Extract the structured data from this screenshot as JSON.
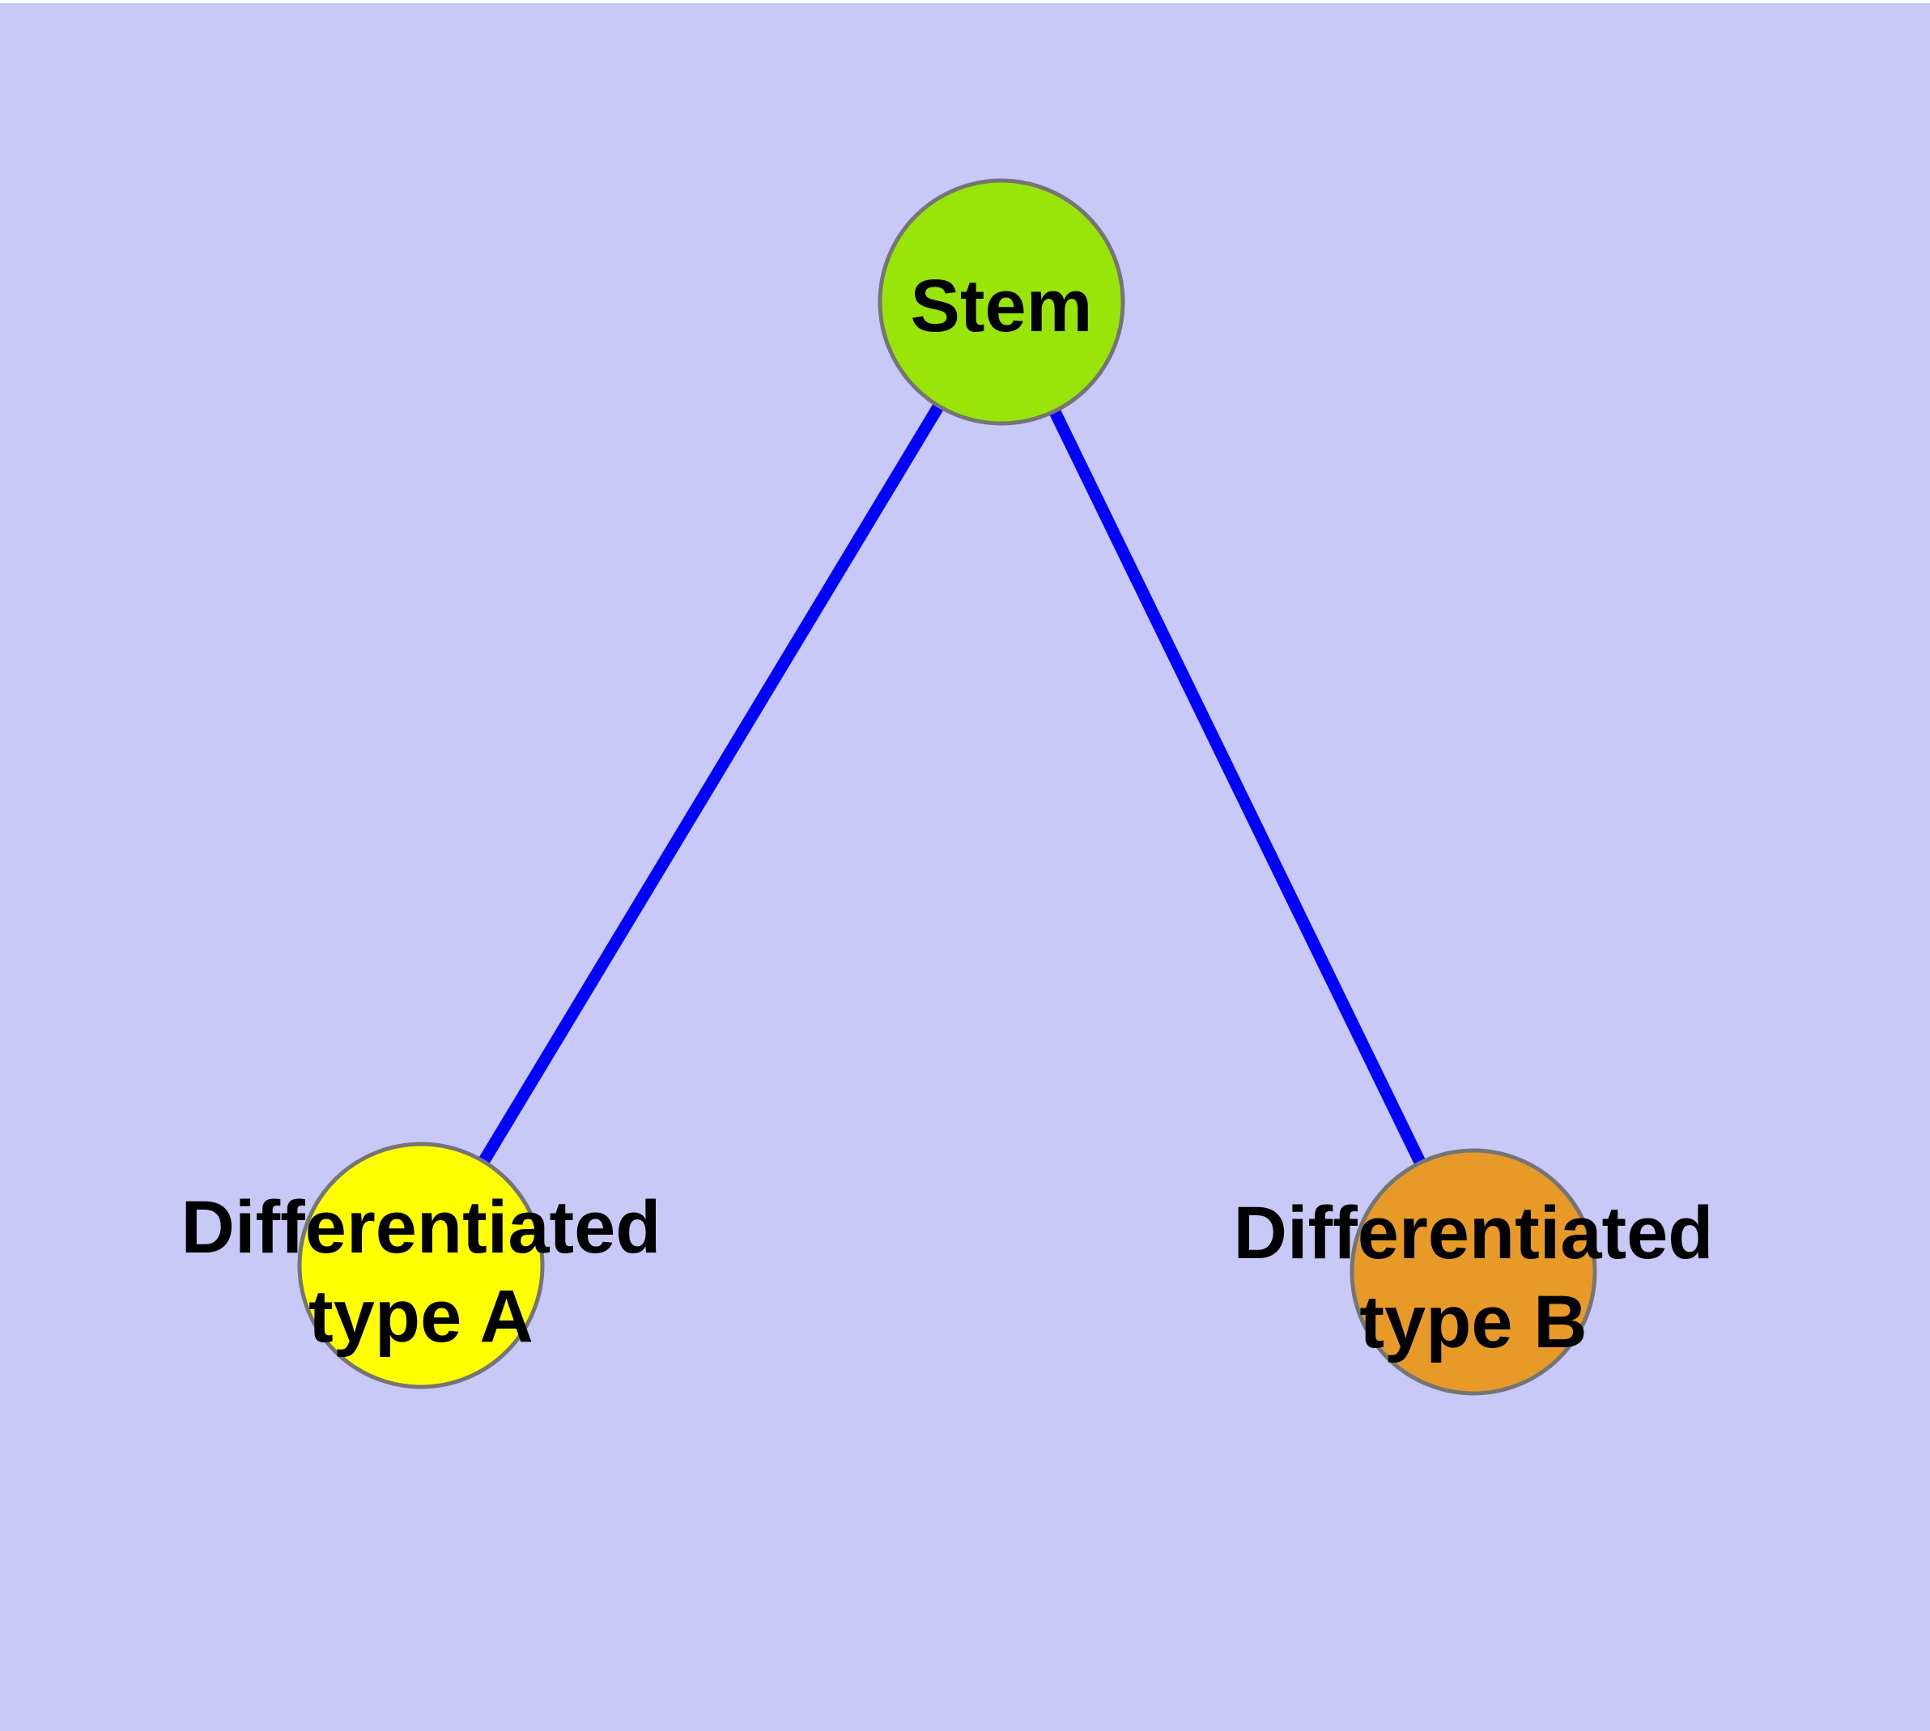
{
  "diagram": {
    "background_color": "#c9c9f8",
    "top_strip_color": "#ffffff",
    "edge_color": "#0202fa",
    "node_border_color": "#757575",
    "nodes": {
      "stem": {
        "label": "Stem",
        "fill_color": "#99e50a"
      },
      "type_a": {
        "label_line1": "Differentiated",
        "label_line2": "type A",
        "fill_color": "#ffff00"
      },
      "type_b": {
        "label_line1": "Differentiated",
        "label_line2": "type B",
        "fill_color": "#e89a28"
      }
    },
    "edges": [
      {
        "from": "stem",
        "to": "type_a"
      },
      {
        "from": "stem",
        "to": "type_b"
      }
    ]
  }
}
